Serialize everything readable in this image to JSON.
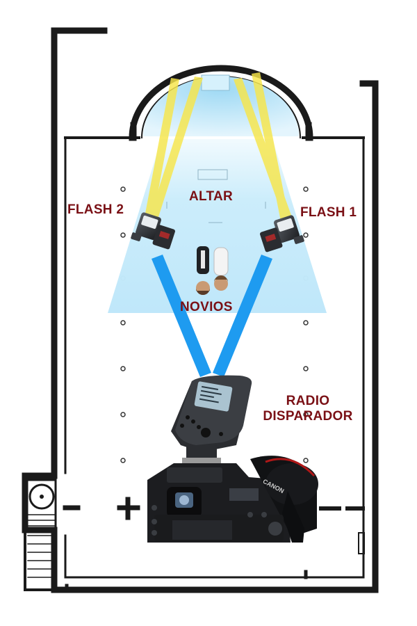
{
  "diagram": {
    "title": "",
    "labels": {
      "altar": "ALTAR",
      "flash_left": "FLASH 2",
      "flash_right": "FLASH 1",
      "couple": "NOVIOS",
      "trigger_line1": "RADIO",
      "trigger_line2": "DISPARADOR"
    },
    "colors": {
      "label": "#7a1015",
      "wall": "#1a1a1a",
      "light_beam": "#f7e64a",
      "light_wash": "#c9ecfb",
      "radio_signal": "#1e9bf0",
      "floor": "#ffffff"
    },
    "icons": [
      "floor-plan",
      "flash-unit",
      "couple-figures",
      "radio-trigger",
      "dslr-camera"
    ]
  }
}
